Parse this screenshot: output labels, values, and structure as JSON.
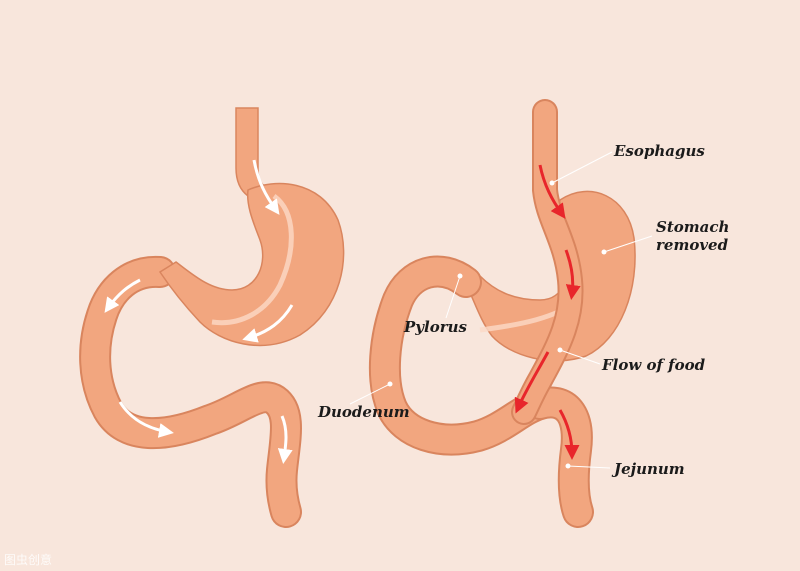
{
  "labels": {
    "esophagus": "Esophagus",
    "stomach_removed_1": "Stomach",
    "stomach_removed_2": "removed",
    "pylorus": "Pylorus",
    "flow_of_food": "Flow of food",
    "duodenum": "Duodenum",
    "jejunum": "Jejunum"
  },
  "watermark": "图虫创意",
  "colors": {
    "background": "#f8e6dc",
    "tissue": "#f2a67f",
    "tissue_dark": "#d9855e",
    "inner_line": "#fbd9c7",
    "flow_arrow_white": "#ffffff",
    "flow_arrow_red": "#e8262b",
    "leader_line": "#ffffff"
  }
}
